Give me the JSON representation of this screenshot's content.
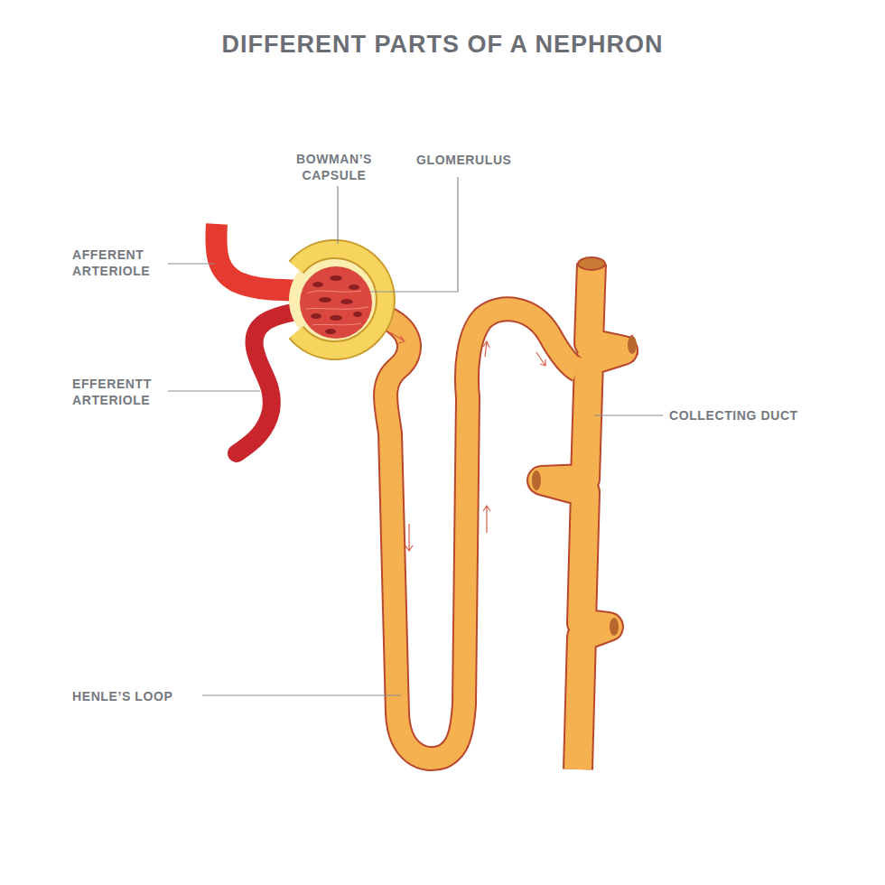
{
  "diagram": {
    "title": "DIFFERENT PARTS OF A NEPHRON",
    "labels": [
      "BOWMAN’S CAPSULE",
      "GLOMERULUS",
      "AFFERENT ARTERIOLE",
      "EFFERENTT ARTERIOLE",
      "COLLECTING DUCT",
      "HENLE’S LOOP"
    ]
  }
}
